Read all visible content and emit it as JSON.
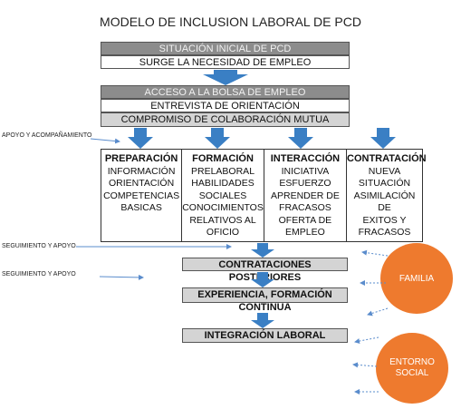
{
  "title": "MODELO DE INCLUSION LABORAL DE PCD",
  "block1": {
    "header": "SITUACIÓN INICIAL DE PCD",
    "line1": "SURGE LA NECESIDAD DE EMPLEO"
  },
  "block2": {
    "header": "ACCESO A LA BOLSA DE EMPLEO",
    "line1": "ENTREVISTA DE ORIENTACIÓN",
    "line2": "COMPROMISO DE COLABORACIÓN MUTUA"
  },
  "columns": [
    {
      "head": "PREPARACIÓN",
      "lines": [
        "INFORMACIÓN",
        "ORIENTACIÓN",
        "COMPETENCIAS",
        "BASICAS"
      ]
    },
    {
      "head": "FORMACIÓN",
      "lines": [
        "PRELABORAL",
        "HABILIDADES",
        "SOCIALES",
        "CONOCIMIENTOS",
        "RELATIVOS AL",
        "OFICIO"
      ]
    },
    {
      "head": "INTERACCIÓN",
      "lines": [
        "INICIATIVA",
        "ESFUERZO",
        "APRENDER DE",
        "FRACASOS",
        "OFERTA DE",
        "EMPLEO"
      ]
    },
    {
      "head": "CONTRATACIÓN",
      "lines": [
        "NUEVA",
        "SITUACIÓN",
        "ASIMILACIÓN DE",
        "EXITOS Y",
        "FRACASOS"
      ]
    }
  ],
  "stages": {
    "s1": "CONTRATACIONES POSTERIORES",
    "s2": "EXPERIENCIA, FORMACIÓN CONTINUA",
    "s3": "INTEGRACIÓN LABORAL"
  },
  "side_labels": {
    "apoyo": "APOYO Y ACOMPAÑAMIENTO",
    "seg1": "SEGUIMIENTO Y APOYO",
    "seg2": "SEGUIMIENTO Y APOYO"
  },
  "circles": {
    "familia": "FAMILIA",
    "entorno_line1": "ENTORNO",
    "entorno_line2": "SOCIAL"
  },
  "colors": {
    "header_gray": "#8c8c8c",
    "light_gray": "#d4d4d4",
    "arrow_blue": "#3a7fc4",
    "circle_orange": "#ee7a2e"
  }
}
